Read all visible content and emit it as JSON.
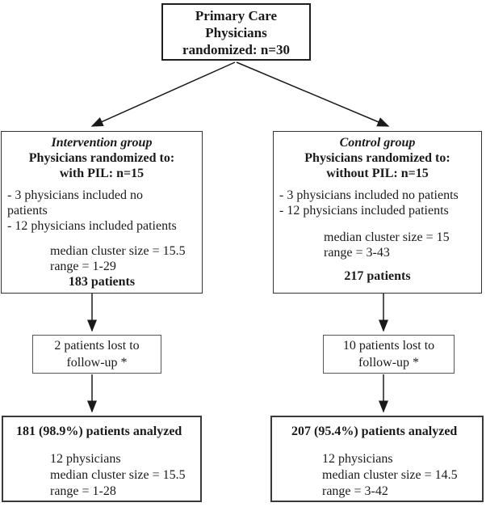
{
  "top": {
    "l1": "Primary Care",
    "l2": "Physicians",
    "l3": "randomized: n=30"
  },
  "intervention": {
    "group": "Intervention group",
    "h2": "Physicians randomized to:",
    "h3": "with PIL: n=15",
    "b1": "- 3 physicians included no",
    "b1_wrap": "patients",
    "b2": "- 12 physicians included patients",
    "s1": "median cluster size = 15.5",
    "s2": "range = 1-29",
    "total": "183 patients"
  },
  "control": {
    "group": "Control group",
    "h2": "Physicians randomized to:",
    "h3": "without PIL: n=15",
    "b1": "- 3 physicians included no patients",
    "b2": "- 12 physicians included patients",
    "s1": "median cluster size = 15",
    "s2": "range = 3-43",
    "total": "217 patients"
  },
  "lost_left": {
    "l1": "2 patients lost to",
    "l2": "follow-up *"
  },
  "lost_right": {
    "l1": "10 patients lost to",
    "l2": "follow-up *"
  },
  "analyzed_left": {
    "title": "181 (98.9%) patients analyzed",
    "s1": "12 physicians",
    "s2": "median cluster size = 15.5",
    "s3": "range = 1-28"
  },
  "analyzed_right": {
    "title": "207 (95.4%) patients analyzed",
    "s1": "12 physicians",
    "s2": "median cluster size = 14.5",
    "s3": "range = 3-42"
  },
  "colors": {
    "background": "#ffffff",
    "text": "#1a1a1a",
    "border": "#3a3a3a"
  }
}
